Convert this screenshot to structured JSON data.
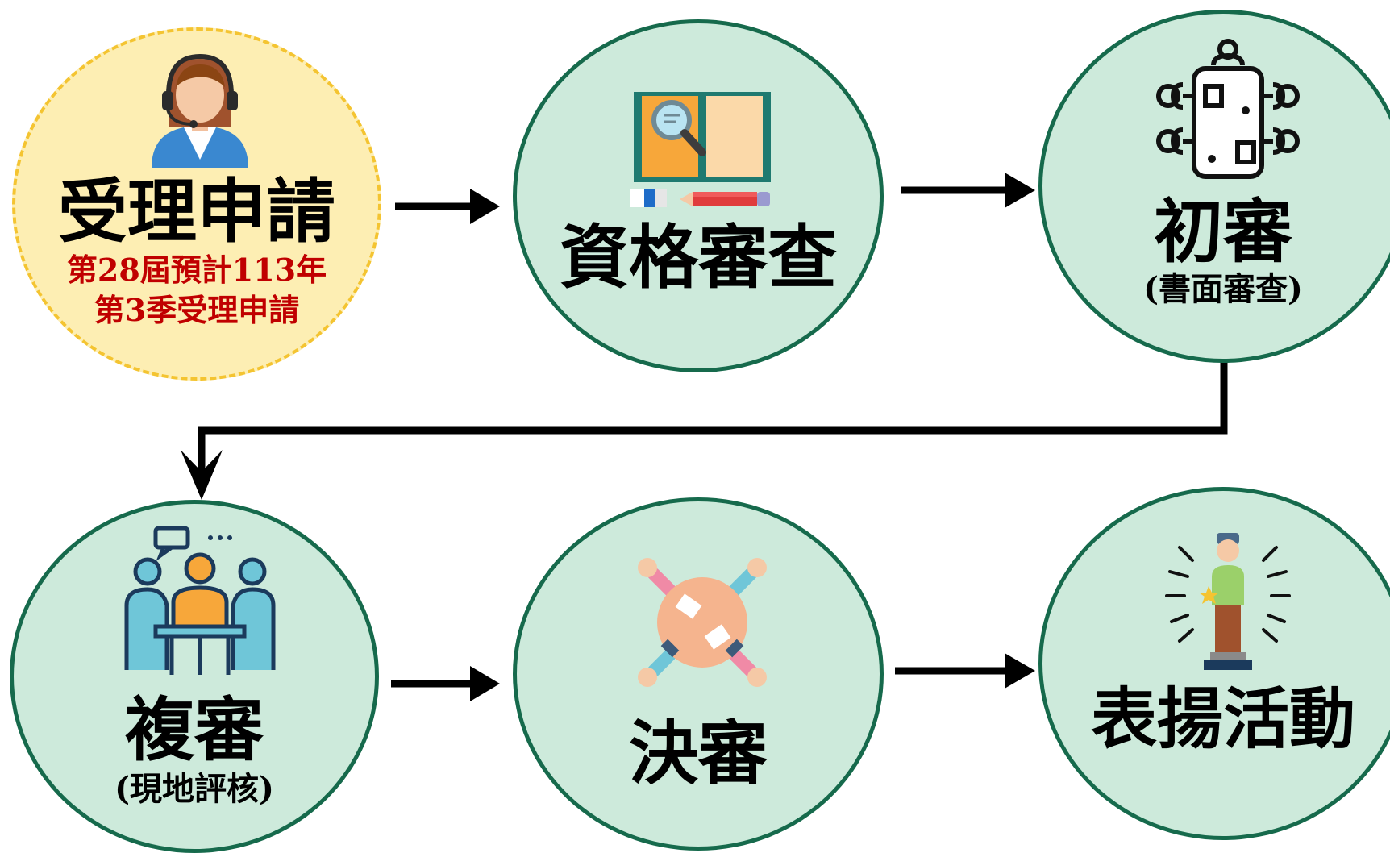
{
  "diagram": {
    "colors": {
      "node_fill": "#cdeadb",
      "node_border": "#166a4c",
      "start_fill": "#fdeeb3",
      "start_border": "#f4c431",
      "highlight_text": "#c00000",
      "arrow": "#000000"
    },
    "nodes": [
      {
        "id": "accept",
        "title": "受理申請",
        "subtitle_lines": [
          "第28屆預計113年",
          "第3季受理申請"
        ],
        "icon": "headset-operator-icon"
      },
      {
        "id": "eligibility",
        "title": "資格審查",
        "icon": "book-magnifier-icon"
      },
      {
        "id": "initial",
        "title": "初審",
        "subtitle": "(書面審查)",
        "icon": "meeting-table-icon"
      },
      {
        "id": "review",
        "title": "複審",
        "subtitle": "(現地評核)",
        "icon": "team-meeting-icon"
      },
      {
        "id": "final",
        "title": "決審",
        "icon": "round-table-icon"
      },
      {
        "id": "award",
        "title": "表揚活動",
        "icon": "award-trophy-person-icon"
      }
    ],
    "edges": [
      {
        "from": "accept",
        "to": "eligibility"
      },
      {
        "from": "eligibility",
        "to": "initial"
      },
      {
        "from": "initial",
        "to": "review"
      },
      {
        "from": "review",
        "to": "final"
      },
      {
        "from": "final",
        "to": "award"
      }
    ]
  }
}
